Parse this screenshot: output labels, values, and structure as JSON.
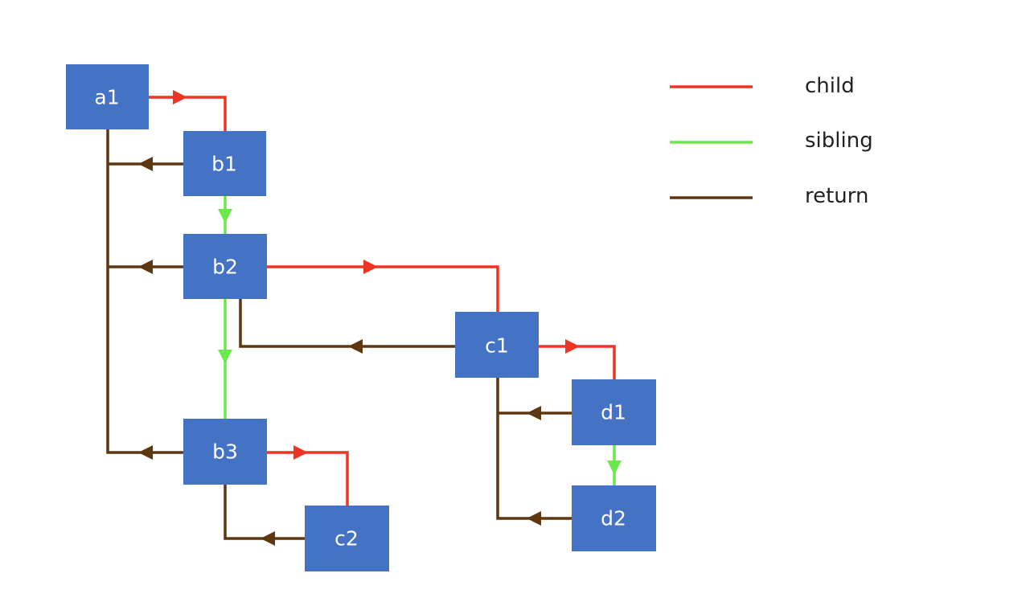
{
  "nodes": {
    "a1": "a1",
    "b1": "b1",
    "b2": "b2",
    "b3": "b3",
    "c1": "c1",
    "c2": "c2",
    "d1": "d1",
    "d2": "d2"
  },
  "legend": [
    {
      "label": "child",
      "color": "#EE3524"
    },
    {
      "label": "sibling",
      "color": "#6BE84C"
    },
    {
      "label": "return",
      "color": "#5E3711"
    }
  ],
  "colors": {
    "node": "#4472C4",
    "child": "#EE3524",
    "sibling": "#6BE84C",
    "return": "#5E3711"
  }
}
